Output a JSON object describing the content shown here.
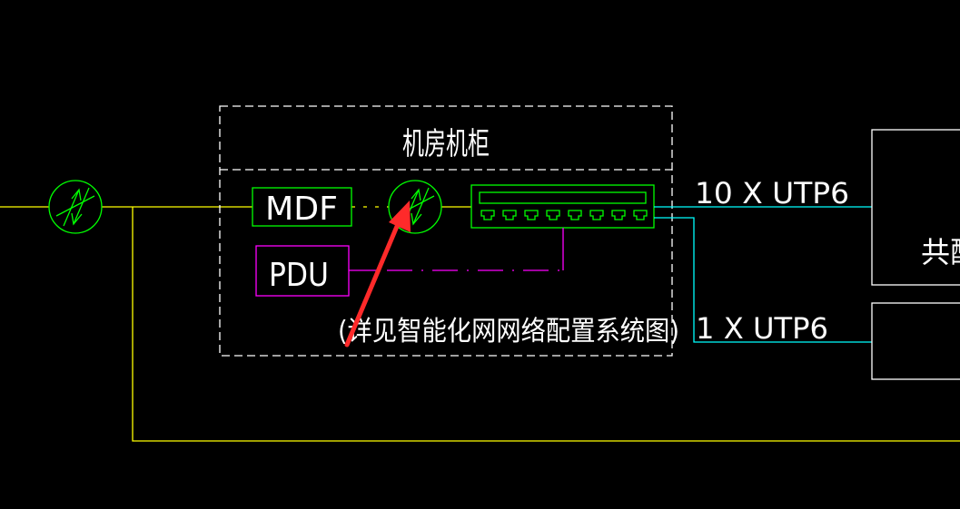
{
  "diagram": {
    "cabinet_title": "机房机柜",
    "mdf_label": "MDF",
    "pdu_label": "PDU",
    "note_label": "(详见智能化网网络配置系统图)",
    "cable_top_label": "10 X UTP6",
    "cable_bottom_label": "1 X UTP6",
    "right_box_label": "共配",
    "switch_port_count": 8
  },
  "colors": {
    "background": "#000000",
    "white": "#ffffff",
    "yellow": "#ffff00",
    "green": "#00ff00",
    "magenta": "#ff00ff",
    "cyan": "#00ffff",
    "red_arrow": "#ff2a2a"
  }
}
